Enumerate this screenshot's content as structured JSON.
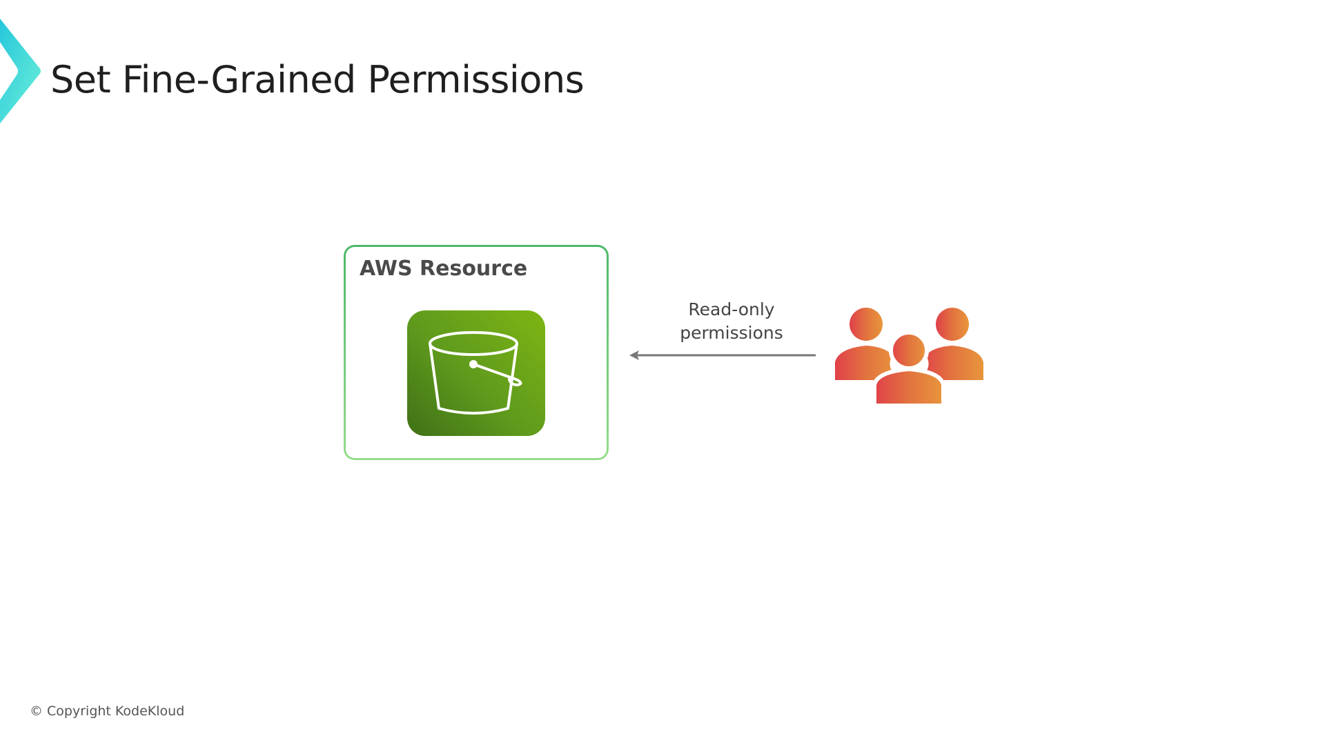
{
  "slide": {
    "title": "Set Fine-Grained Permissions",
    "copyright": "© Copyright KodeKloud"
  },
  "diagram": {
    "resource_box": {
      "label": "AWS Resource",
      "icon": "s3-bucket-icon"
    },
    "connector": {
      "label_line1": "Read-only",
      "label_line2": "permissions",
      "direction": "users-to-resource"
    },
    "actor": {
      "icon": "user-group-icon"
    }
  },
  "colors": {
    "accent_teal": "#2fd0d8",
    "resource_border": "#4cb86a",
    "bucket_green": "#6aa51a",
    "users_red": "#e0404a",
    "users_orange": "#e8963c",
    "arrow_gray": "#777777"
  }
}
